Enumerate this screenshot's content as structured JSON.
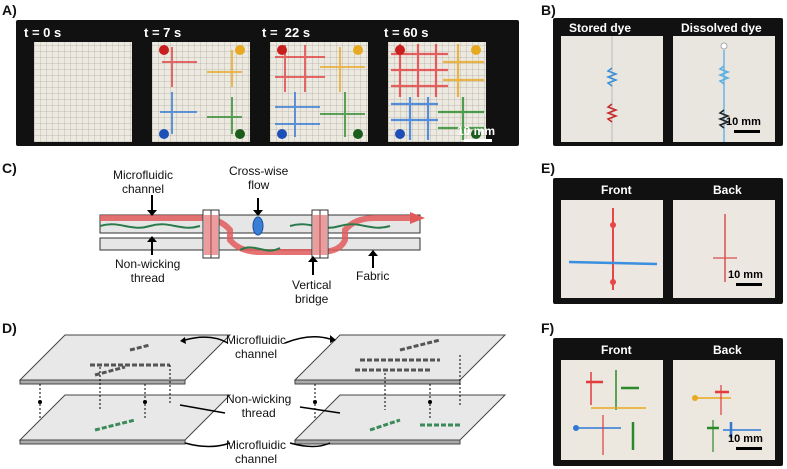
{
  "labels": {
    "a": "A)",
    "b": "B)",
    "c": "C)",
    "d": "D)",
    "e": "E)",
    "f": "F)"
  },
  "panel_a": {
    "frames": [
      "t = 0 s",
      "t = 7 s",
      "t =  22 s",
      "t = 60 s"
    ],
    "scale": "10 mm",
    "colors": {
      "red": "#e23c3c",
      "yellow": "#e8a820",
      "blue": "#2f78d6",
      "green": "#2a8a2a"
    }
  },
  "panel_b": {
    "stored": "Stored dye",
    "dissolved": "Dissolved dye",
    "scale": "10 mm"
  },
  "panel_c": {
    "microfluidic": "Microfluidic channel",
    "microfluidic_l1": "Microfluidic",
    "microfluidic_l2": "channel",
    "crosswise_l1": "Cross-wise",
    "crosswise_l2": "flow",
    "nonwicking_l1": "Non-wicking",
    "nonwicking_l2": "thread",
    "vertical_l1": "Vertical",
    "vertical_l2": "bridge",
    "fabric": "Fabric"
  },
  "panel_d": {
    "top_l1": "Microfluidic",
    "top_l2": "channel",
    "mid_l1": "Non-wicking",
    "mid_l2": "thread",
    "bot_l1": "Microfluidic",
    "bot_l2": "channel"
  },
  "panel_e": {
    "front": "Front",
    "back": "Back",
    "scale": "10 mm"
  },
  "panel_f": {
    "front": "Front",
    "back": "Back",
    "scale": "10 mm"
  }
}
